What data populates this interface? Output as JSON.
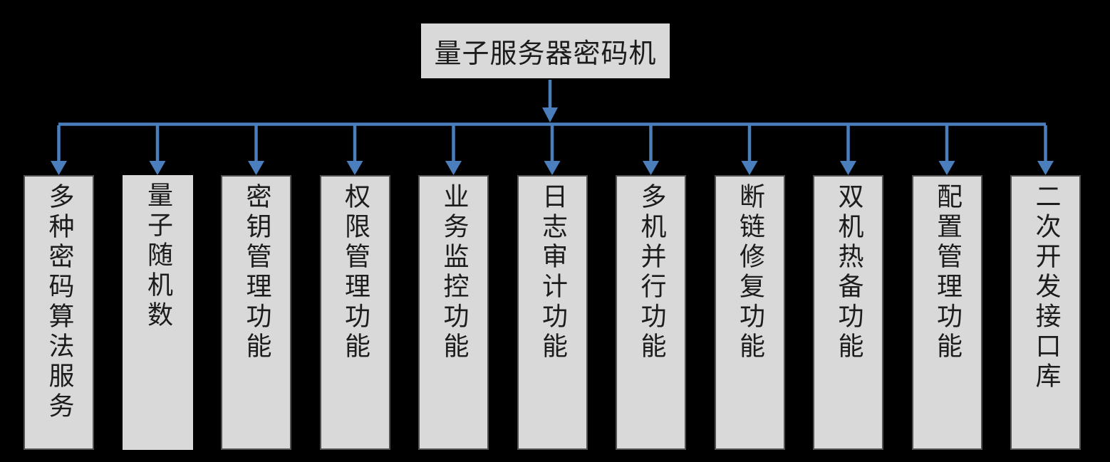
{
  "diagram": {
    "root": {
      "label": "量子服务器密码机"
    },
    "children": [
      {
        "label": "多种密码算法服务"
      },
      {
        "label": "量子随机数"
      },
      {
        "label": "密钥管理功能"
      },
      {
        "label": "权限管理功能"
      },
      {
        "label": "业务监控功能"
      },
      {
        "label": "日志审计功能"
      },
      {
        "label": "多机并行功能"
      },
      {
        "label": "断链修复功能"
      },
      {
        "label": "双机热备功能"
      },
      {
        "label": "配置管理功能"
      },
      {
        "label": "二次开发接口库"
      }
    ],
    "colors": {
      "background": "#000000",
      "connector": "#4a7ebc",
      "node_fill": "#d9d9d9",
      "node_border": "#515151",
      "node_text": "#1c1c1c"
    }
  }
}
